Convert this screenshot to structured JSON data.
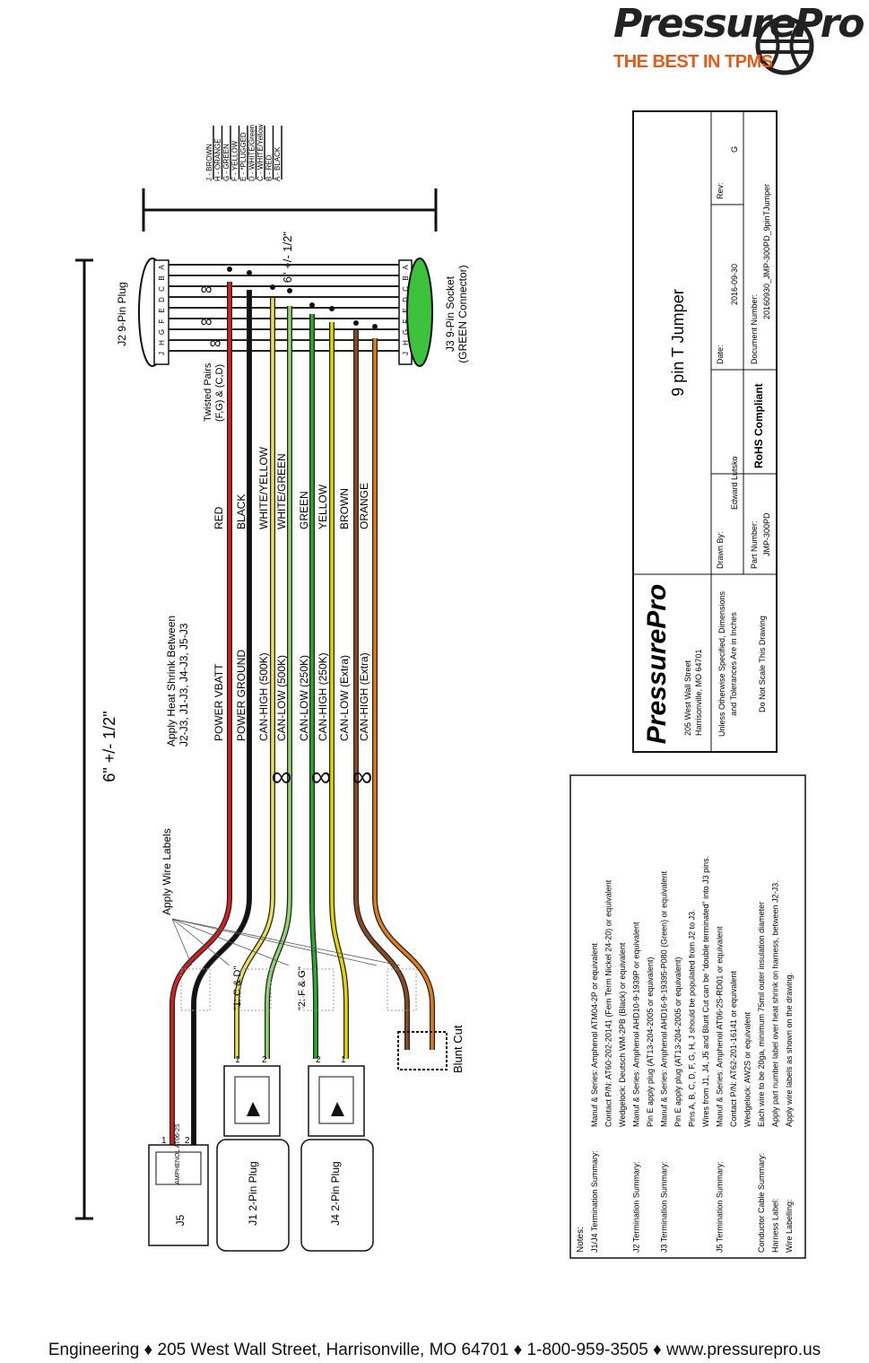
{
  "header": {
    "logo_main": "PressurePro",
    "logo_tagline": "THE BEST IN TPMS",
    "logo_pro": "Pro"
  },
  "footer": {
    "address": "Engineering ♦ 205 West Wall Street, Harrisonville, MO 64701 ♦ 1-800-959-3505 ♦ www.pressurepro.us"
  },
  "drawing": {
    "dim_overall": "6\" +/- 1/2\"",
    "dim_branch": "6\" +/- 1/2\"",
    "heat_shrink_line1": "Apply Heat Shrink Between",
    "heat_shrink_line2": "J2-J3, J1-J3, J4-J3, J5-J3",
    "apply_wire_labels": "Apply Wire Labels",
    "twisted_pairs_line1": "Twisted Pairs",
    "twisted_pairs_line2": "(F,G) & (C,D)",
    "j2_label": "J2 9-Pin Plug",
    "j3_label_line1": "J3 9-Pin Socket",
    "j3_label_line2": "(GREEN Connector)",
    "j1_label": "J1 2-Pin Plug",
    "j4_label": "J4 2-Pin Plug",
    "j5_label": "J5",
    "j5_part": "AMPHENOL AT06-2S",
    "blunt_cut": "Blunt Cut",
    "label_cd": "\"1: C & D\"",
    "label_fg": "\"2: F & G\"",
    "pin_letters": [
      "A",
      "B",
      "C",
      "D",
      "E",
      "F",
      "G",
      "H",
      "J"
    ],
    "pin_legend": [
      "J - BROWN",
      "H - ORANGE",
      "G - GREEN",
      "F - YELLOW",
      "E - *PLUGGED",
      "D - WHITE/Green",
      "C - WHITE/Yellow",
      "B - RED",
      "A - BLACK"
    ],
    "wires": [
      {
        "function": "POWER VBATT",
        "color_name": "RED",
        "color": "#d42020"
      },
      {
        "function": "POWER GROUND",
        "color_name": "BLACK",
        "color": "#111111"
      },
      {
        "function": "CAN-HIGH (500K)",
        "color_name": "WHITE/YELLOW",
        "color": "#e8e05a"
      },
      {
        "function": "CAN-LOW (500K)",
        "color_name": "WHITE/GREEN",
        "color": "#8fd46f"
      },
      {
        "function": "CAN-LOW (250K)",
        "color_name": "GREEN",
        "color": "#2ea82e"
      },
      {
        "function": "CAN-HIGH (250K)",
        "color_name": "YELLOW",
        "color": "#e6d400"
      },
      {
        "function": "CAN-LOW (Extra)",
        "color_name": "BROWN",
        "color": "#8a4a1e"
      },
      {
        "function": "CAN-HIGH (Extra)",
        "color_name": "ORANGE",
        "color": "#e07b1a"
      }
    ]
  },
  "title_block": {
    "address_line1": "205 West Wall Street",
    "address_line2": "Harrisonville, MO 64701",
    "note_line1": "Unless Otherwise Specified, Dimensions",
    "note_line2": "and Tolerances Are in Inches",
    "note_line3": "Do Not Scale This Drawing",
    "title": "9 pin T Jumper",
    "drawn_by_label": "Drawn By:",
    "drawn_by": "Edward Lutsko",
    "date_label": "Date:",
    "date": "2016-09-30",
    "rev_label": "Rev:",
    "rev": "G",
    "part_number_label": "Part Number:",
    "part_number": "JMP-300PD",
    "rohs": "RoHS Compliant",
    "doc_number_label": "Document Number:",
    "doc_number": "20160930_JMP-300PD_9pinTJumper"
  },
  "notes": {
    "heading": "Notes:",
    "rows": [
      {
        "label": "J1/J4 Termination Summary:",
        "text": "Manuf & Series: Amphenol ATM04-2P or equivalent"
      },
      {
        "label": "",
        "text": "Contact P/N: AT60-202-20141 (Fem Term Nickel 24-20) or equivalent"
      },
      {
        "label": "",
        "text": "Wedgelock: Deutsch WM-2PB (Black) or equivalent"
      },
      {
        "label": "J2 Termination Summary:",
        "text": "Manuf & Series: Amphenol AHD10-9-1939P or equivalent"
      },
      {
        "label": "",
        "text": "Pin E apply plug (AT13-204-2005 or equivalent)"
      },
      {
        "label": "J3 Termination Summary:",
        "text": "Manuf & Series: Amphenol AHD16-9-19395-P080 (Green) or equivalent"
      },
      {
        "label": "",
        "text": "Pin E apply plug (AT13-204-2005 or equivalent)"
      },
      {
        "label": "",
        "text": "Pins A, B, C, D, F, G, H, J should be populated from J2 to J3."
      },
      {
        "label": "",
        "text": "Wires from J1, J4, J5 and Blunt Cut can be “double terminated” into J3 pins."
      },
      {
        "label": "J5 Termination Summary:",
        "text": "Manuf & Series: Amphenol AT06-2S-RD01 or equivalent"
      },
      {
        "label": "",
        "text": "Contact P/N: AT62-201-16141 or equivalent"
      },
      {
        "label": "",
        "text": "Wedgelock: AW2S or equivalent"
      },
      {
        "label": "Conductor Cable Summary:",
        "text": "Each wire to be 20ga, minimum 75mil outer insulation diameter"
      },
      {
        "label": "Harness Label:",
        "text": "Apply part number label over heat shrink on harness, between J2-J3."
      },
      {
        "label": "Wire Labelling:",
        "text": "Apply wire labels as shown on the drawing."
      }
    ]
  },
  "colors": {
    "j3_connector": "#3cc23c",
    "brand_orange": "#e35a1a"
  }
}
